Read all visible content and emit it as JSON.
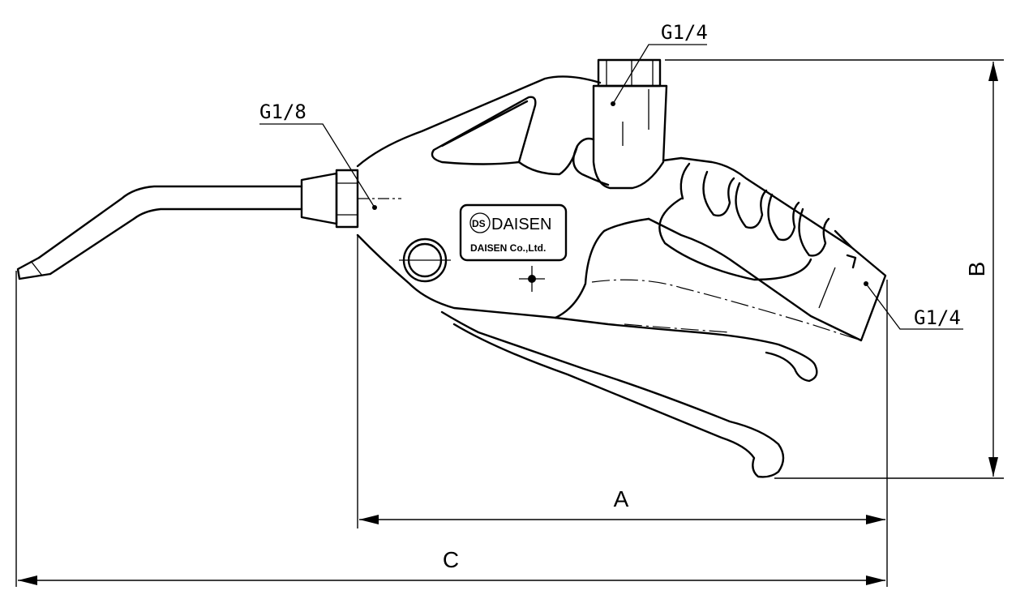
{
  "drawing": {
    "port_labels": {
      "top_inlet": "G1/4",
      "nozzle_thread": "G1/8",
      "rear_inlet": "G1/4"
    },
    "dimensions": {
      "a": "A",
      "b": "B",
      "c": "C"
    },
    "logo": {
      "mark": "DS",
      "brand": "DAISEN",
      "company": "DAISEN Co.,Ltd."
    }
  }
}
